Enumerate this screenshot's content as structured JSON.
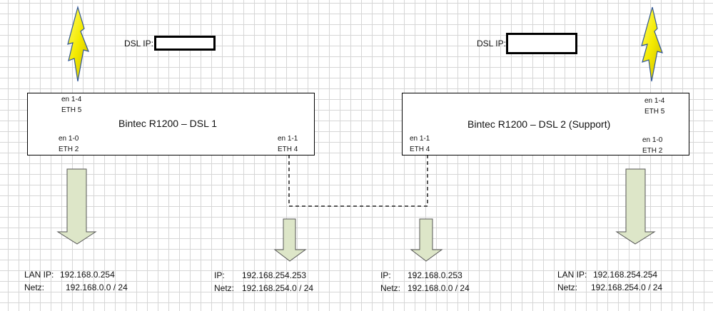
{
  "dsl1_ip_label": "DSL IP:",
  "dsl2_ip_label": "DSL IP:",
  "router1": {
    "title": "Bintec R1200 – DSL 1",
    "port_top": {
      "iface": "en 1-4",
      "eth": "ETH 5"
    },
    "port_bottom_left": {
      "iface": "en 1-0",
      "eth": "ETH 2"
    },
    "port_bottom_right": {
      "iface": "en 1-1",
      "eth": "ETH 4"
    }
  },
  "router2": {
    "title": "Bintec R1200 – DSL 2 (Support)",
    "port_top": {
      "iface": "en 1-4",
      "eth": "ETH 5"
    },
    "port_bottom_left": {
      "iface": "en 1-1",
      "eth": "ETH 4"
    },
    "port_bottom_right": {
      "iface": "en 1-0",
      "eth": "ETH 2"
    }
  },
  "info1": {
    "ip_label": "LAN IP:",
    "ip_value": "192.168.0.254",
    "net_label": "Netz:",
    "net_value": "192.168.0.0 / 24"
  },
  "info2": {
    "ip_label": "IP:",
    "ip_value": "192.168.254.253",
    "net_label": "Netz:",
    "net_value": "192.168.254.0 / 24"
  },
  "info3": {
    "ip_label": "IP:",
    "ip_value": "192.168.0.253",
    "net_label": "Netz:",
    "net_value": "192.168.0.0 / 24"
  },
  "info4": {
    "ip_label": "LAN IP:",
    "ip_value": "192.168.254.254",
    "net_label": "Netz:",
    "net_value": "192.168.254.0 / 24"
  },
  "colors": {
    "lightning_fill": "#f7f200",
    "lightning_stroke": "#2f5597",
    "arrow_fill": "#dde6c8",
    "arrow_stroke": "#555555"
  }
}
